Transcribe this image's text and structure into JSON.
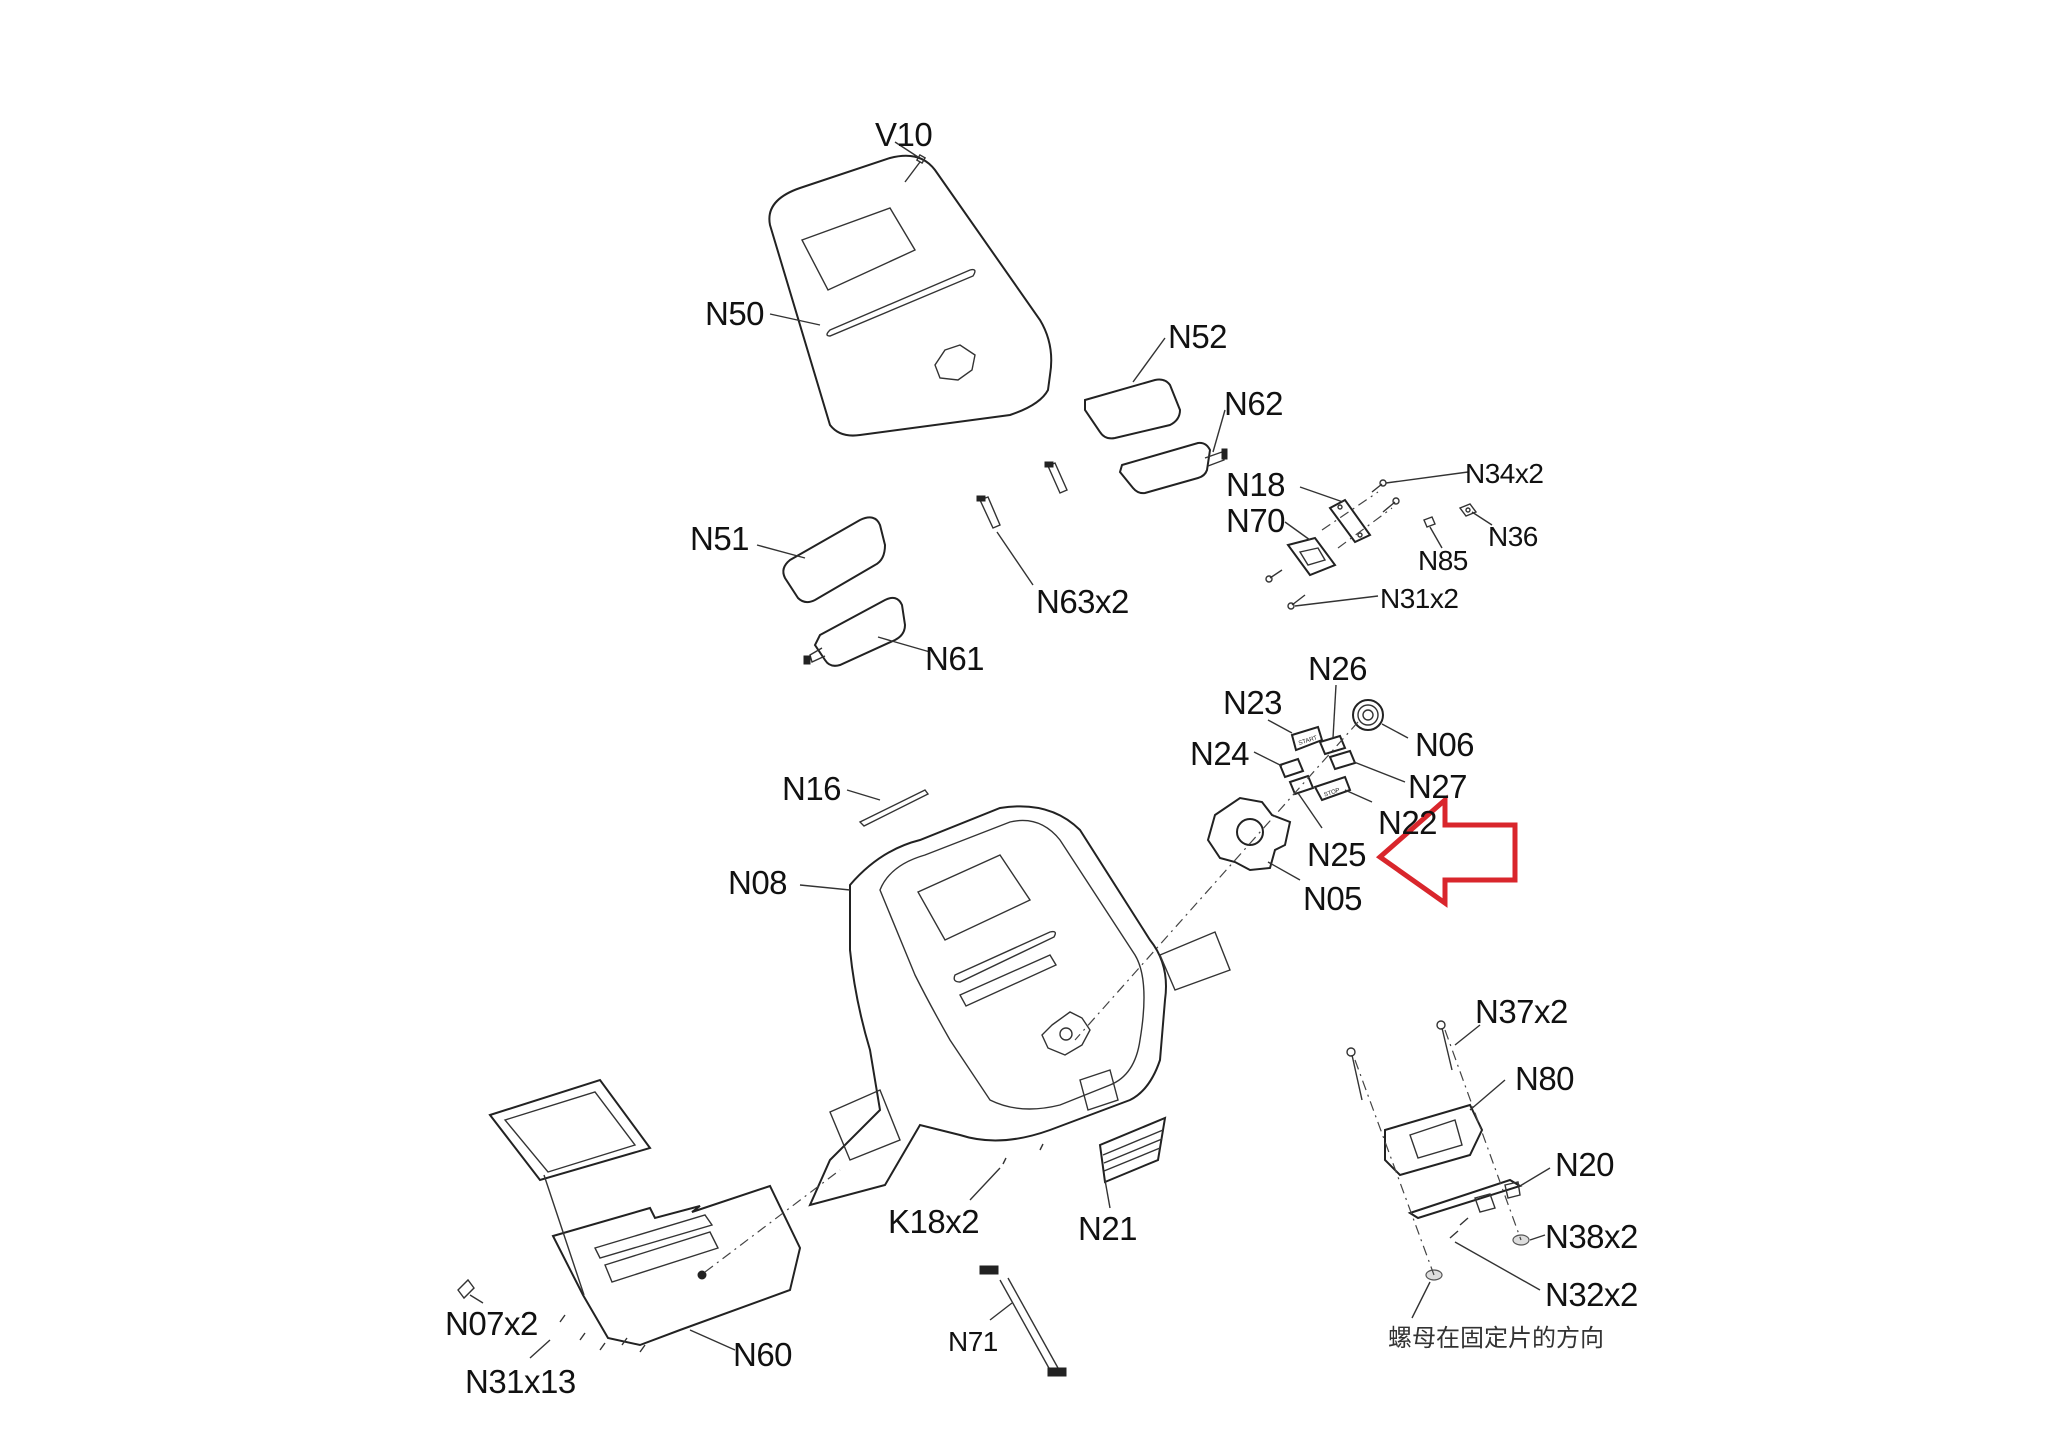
{
  "diagram": {
    "type": "exploded-parts-diagram",
    "subject": "exercise console assembly",
    "highlight_color": "#d9262c",
    "highlighted_part": "N25",
    "parts": [
      {
        "id": "V10",
        "label": "V10"
      },
      {
        "id": "N50",
        "label": "N50"
      },
      {
        "id": "N52",
        "label": "N52"
      },
      {
        "id": "N62",
        "label": "N62"
      },
      {
        "id": "N18",
        "label": "N18"
      },
      {
        "id": "N34",
        "label": "N34x2"
      },
      {
        "id": "N70",
        "label": "N70"
      },
      {
        "id": "N36",
        "label": "N36"
      },
      {
        "id": "N85",
        "label": "N85"
      },
      {
        "id": "N31a",
        "label": "N31x2"
      },
      {
        "id": "N51",
        "label": "N51"
      },
      {
        "id": "N63",
        "label": "N63x2"
      },
      {
        "id": "N61",
        "label": "N61"
      },
      {
        "id": "N26",
        "label": "N26"
      },
      {
        "id": "N23",
        "label": "N23"
      },
      {
        "id": "N06",
        "label": "N06"
      },
      {
        "id": "N24",
        "label": "N24"
      },
      {
        "id": "N27",
        "label": "N27"
      },
      {
        "id": "N22",
        "label": "N22"
      },
      {
        "id": "N25",
        "label": "N25"
      },
      {
        "id": "N05",
        "label": "N05"
      },
      {
        "id": "N16",
        "label": "N16"
      },
      {
        "id": "N08",
        "label": "N08"
      },
      {
        "id": "N37",
        "label": "N37x2"
      },
      {
        "id": "N80",
        "label": "N80"
      },
      {
        "id": "N20",
        "label": "N20"
      },
      {
        "id": "N38",
        "label": "N38x2"
      },
      {
        "id": "N32",
        "label": "N32x2"
      },
      {
        "id": "K18",
        "label": "K18x2"
      },
      {
        "id": "N21",
        "label": "N21"
      },
      {
        "id": "N07",
        "label": "N07x2"
      },
      {
        "id": "N60",
        "label": "N60"
      },
      {
        "id": "N31b",
        "label": "N31x13"
      },
      {
        "id": "N71",
        "label": "N71"
      }
    ],
    "button_texts": {
      "start": "START",
      "stop": "STOP"
    },
    "note": "螺母在固定片的方向"
  }
}
